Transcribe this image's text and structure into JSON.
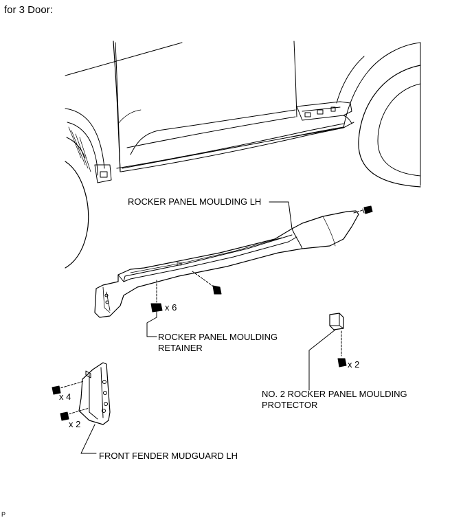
{
  "header": {
    "title": "for 3 Door:"
  },
  "labels": {
    "rocker_panel_moulding": "ROCKER PANEL MOULDING LH",
    "retainer_line1": "ROCKER PANEL MOULDING",
    "retainer_line2": "RETAINER",
    "protector_line1": "NO. 2 ROCKER PANEL MOULDING",
    "protector_line2": "PROTECTOR",
    "mudguard": "FRONT FENDER MUDGUARD LH"
  },
  "quantities": {
    "retainer": "x 6",
    "protector_bolt": "x 2",
    "mudguard_screw": "x 4",
    "mudguard_bolt": "x 2"
  },
  "footer": {
    "mark": "P"
  }
}
